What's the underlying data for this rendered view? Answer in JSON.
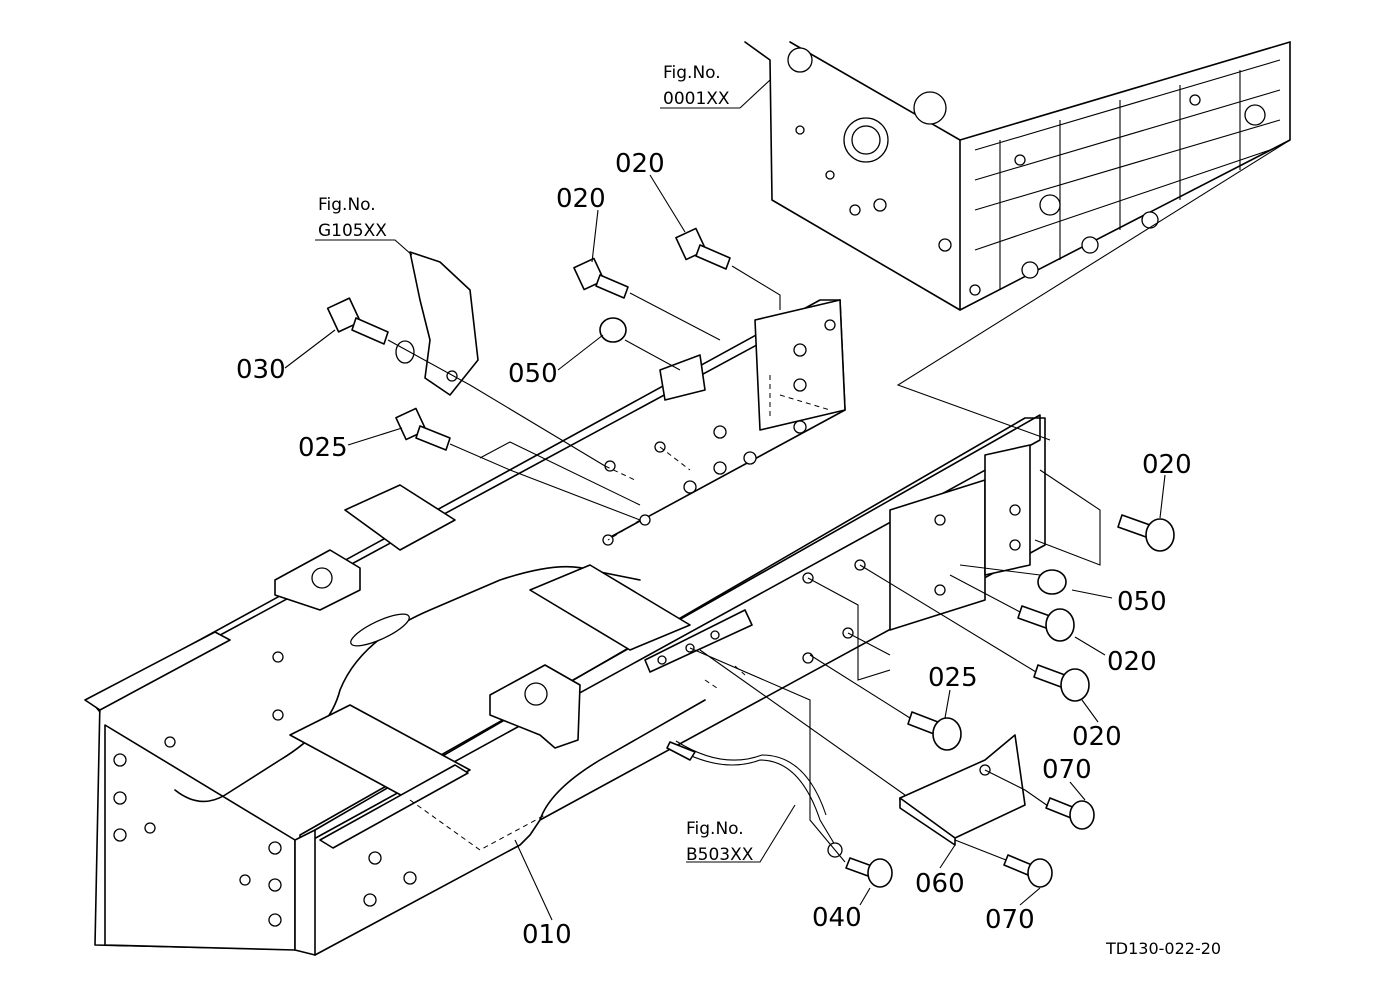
{
  "callouts": [
    {
      "id": "c-020-a",
      "text": "020"
    },
    {
      "id": "c-020-b",
      "text": "020"
    },
    {
      "id": "c-030",
      "text": "030"
    },
    {
      "id": "c-050-a",
      "text": "050"
    },
    {
      "id": "c-025-a",
      "text": "025"
    },
    {
      "id": "c-020-c",
      "text": "020"
    },
    {
      "id": "c-050-b",
      "text": "050"
    },
    {
      "id": "c-020-d",
      "text": "020"
    },
    {
      "id": "c-020-e",
      "text": "020"
    },
    {
      "id": "c-025-b",
      "text": "025"
    },
    {
      "id": "c-070-a",
      "text": "070"
    },
    {
      "id": "c-060",
      "text": "060"
    },
    {
      "id": "c-070-b",
      "text": "070"
    },
    {
      "id": "c-040",
      "text": "040"
    },
    {
      "id": "c-010",
      "text": "010"
    }
  ],
  "figure_refs": [
    {
      "id": "ref-engine",
      "title": "Fig.No.",
      "code": "0001XX"
    },
    {
      "id": "ref-bracket",
      "title": "Fig.No.",
      "code": "G105XX"
    },
    {
      "id": "ref-harness",
      "title": "Fig.No.",
      "code": "B503XX"
    }
  ],
  "drawing_code": "TD130-022-20"
}
